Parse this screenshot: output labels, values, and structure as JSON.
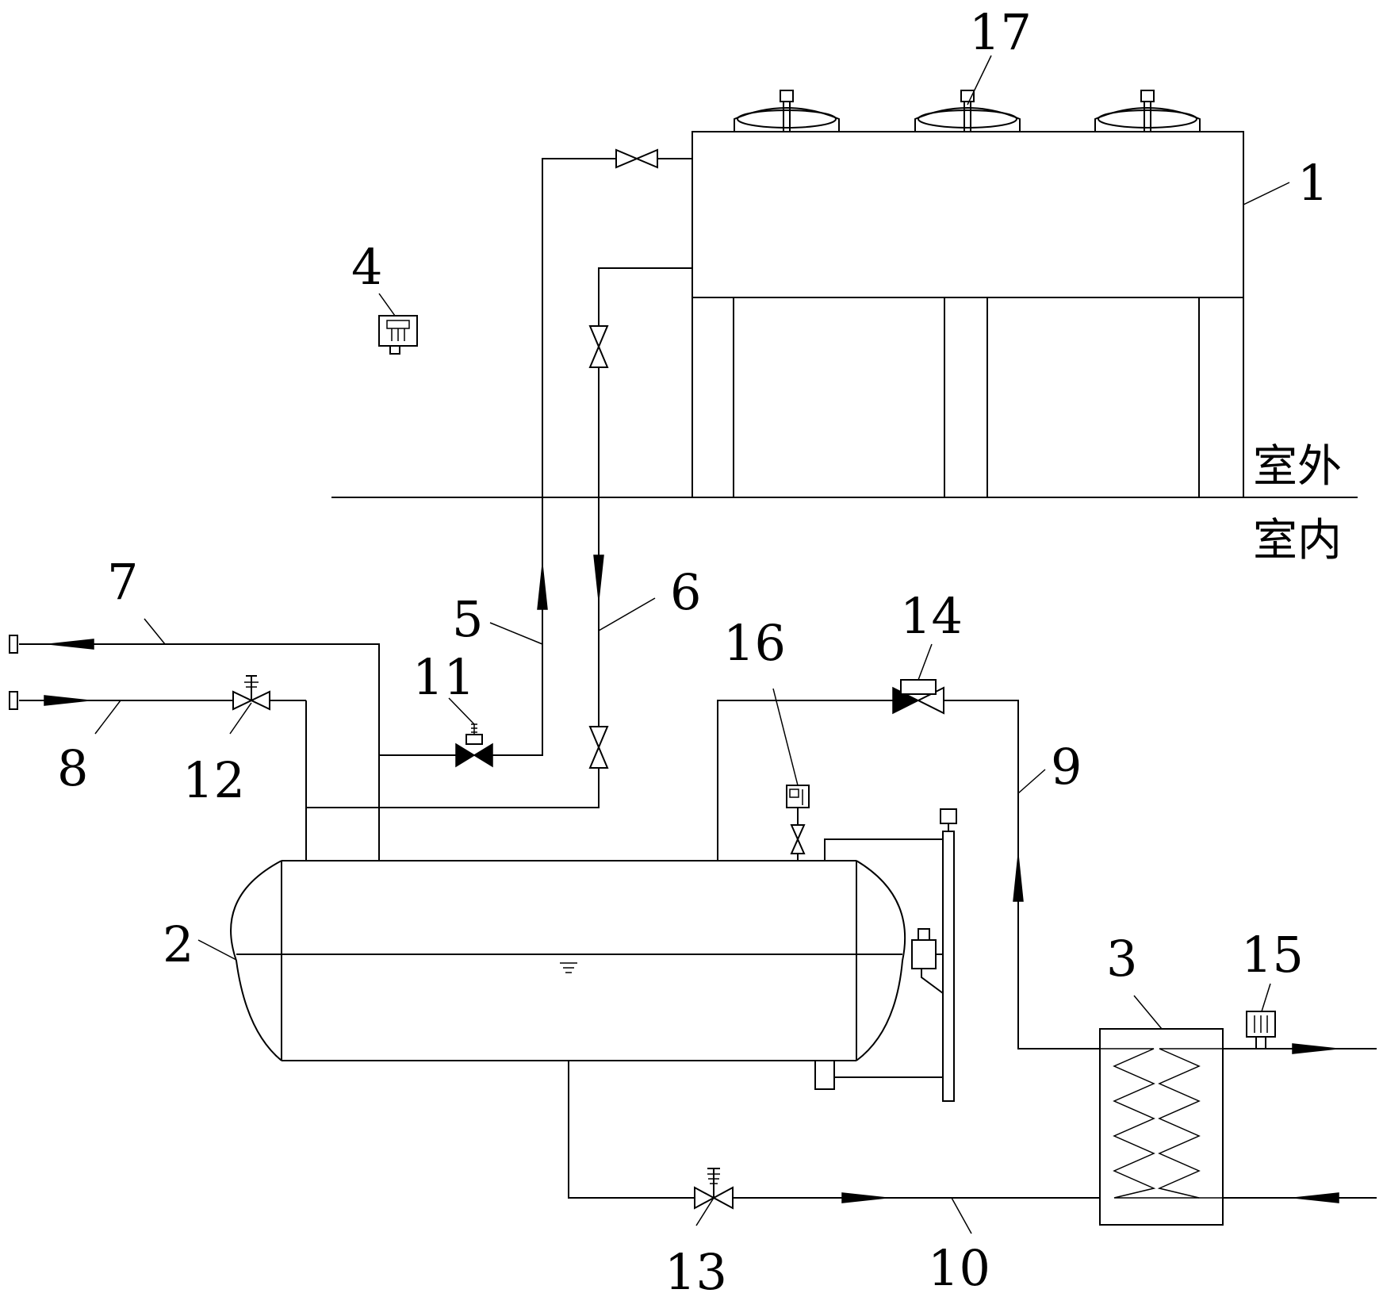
{
  "labels": {
    "condenser": "1",
    "tank": "2",
    "heat_exchanger": "3",
    "outdoor_sensor": "4",
    "pipe_vapor_out": "5",
    "pipe_liquid_return": "6",
    "pipe_line_7": "7",
    "pipe_line_8": "8",
    "pipe_line_9": "9",
    "pipe_line_10": "10",
    "valve_11": "11",
    "valve_12": "12",
    "valve_13": "13",
    "valve_14": "14",
    "sensor_15": "15",
    "sensor_16": "16",
    "fans": "17"
  },
  "zones": {
    "outdoor": "室外",
    "indoor": "室内"
  }
}
